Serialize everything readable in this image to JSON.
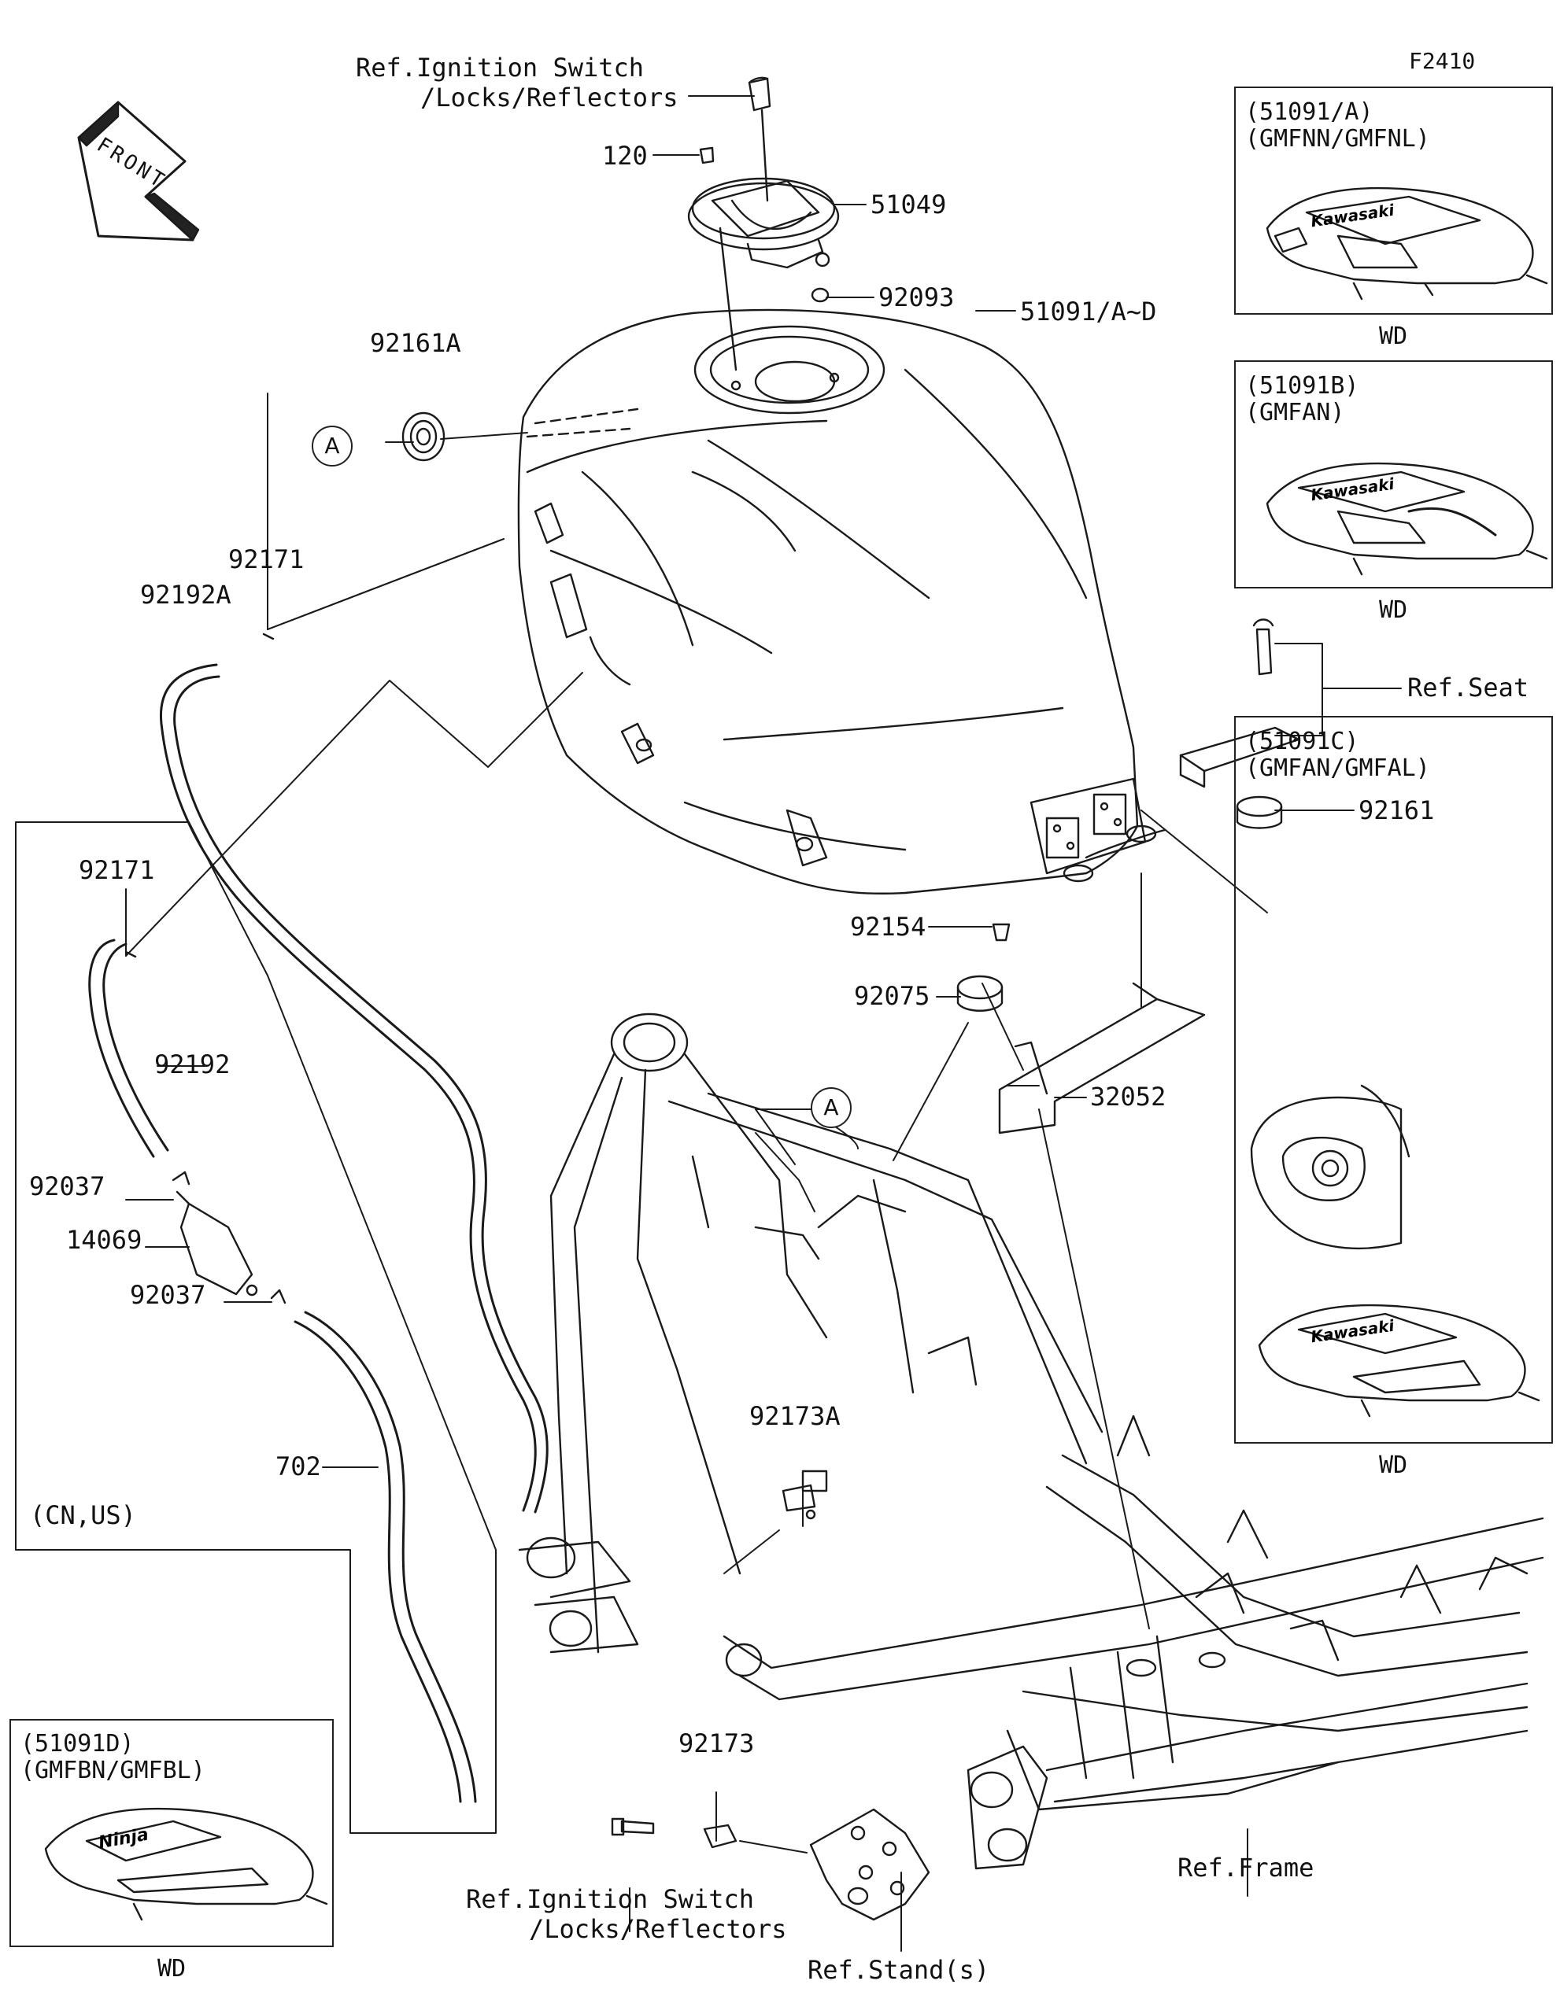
{
  "figure_code": "F2410",
  "front_label": "FRONT",
  "callout_ref": "A",
  "labels": {
    "ref_ignition_top_1": "Ref.Ignition Switch",
    "ref_ignition_top_2": "/Locks/Reflectors",
    "p120": "120",
    "p51049": "51049",
    "p92093": "92093",
    "p92161A": "92161A",
    "p51091": "51091/A~D",
    "p92171_a": "92171",
    "p92192A": "92192A",
    "ref_seat": "Ref.Seat",
    "p92161": "92161",
    "p92171_b": "92171",
    "p92192": "92192",
    "p92154": "92154",
    "p92075": "92075",
    "p32052": "32052",
    "p92037_a": "92037",
    "p14069": "14069",
    "p92037_b": "92037",
    "p702": "702",
    "cn_us": "(CN,US)",
    "p92173A": "92173A",
    "p92173": "92173",
    "ref_ignition_bottom_1": "Ref.Ignition Switch",
    "ref_ignition_bottom_2": "/Locks/Reflectors",
    "ref_frame": "Ref.Frame",
    "ref_stands": "Ref.Stand(s)"
  },
  "variants": [
    {
      "id": "A",
      "line1": "(51091/A)",
      "line2": "(GMFNN/GMFNL)",
      "footer": "WD",
      "logo": "Kawasaki"
    },
    {
      "id": "B",
      "line1": "(51091B)",
      "line2": "(GMFAN)",
      "footer": "WD",
      "logo": "Kawasaki"
    },
    {
      "id": "C",
      "line1": "(51091C)",
      "line2": "(GMFAN/GMFAL)",
      "footer": "WD",
      "logo": "Kawasaki"
    },
    {
      "id": "D",
      "line1": "(51091D)",
      "line2": "(GMFBN/GMFBL)",
      "footer": "WD",
      "logo": "Ninja"
    }
  ]
}
